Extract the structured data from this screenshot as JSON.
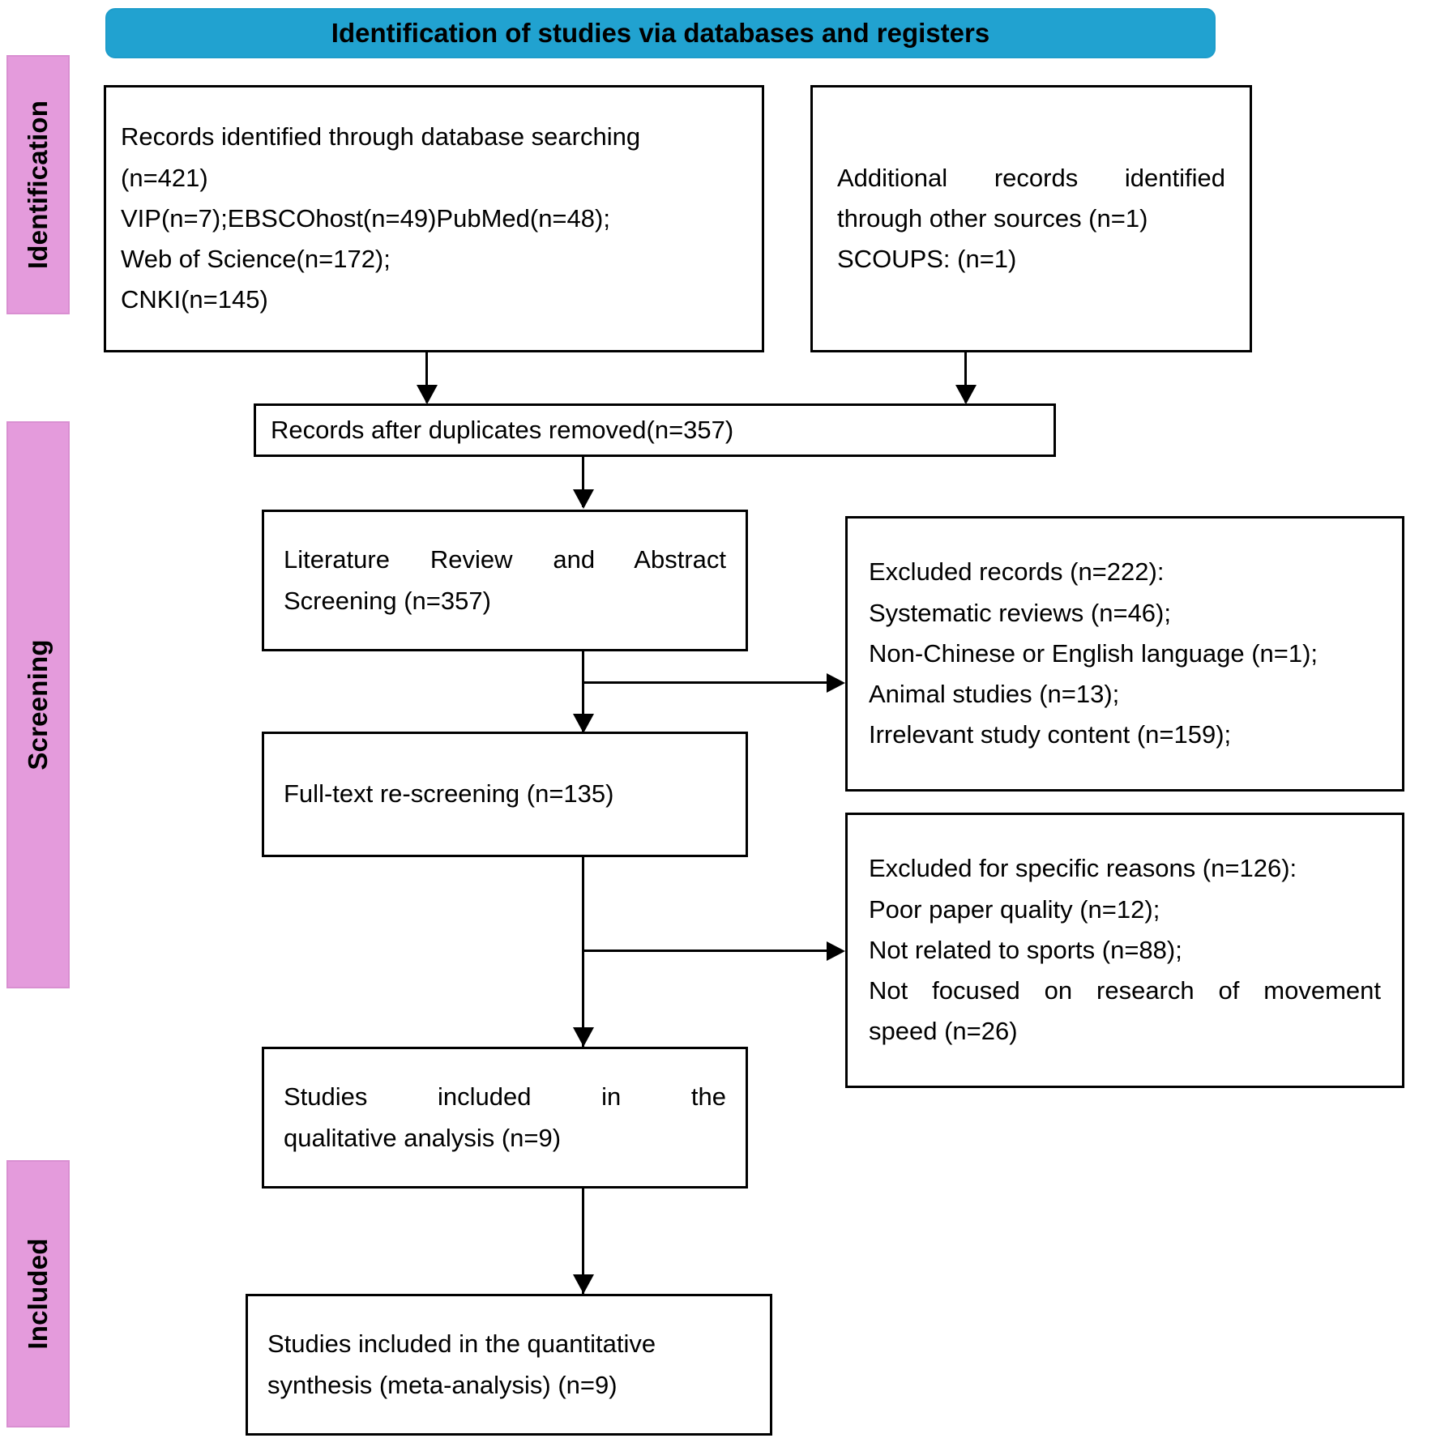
{
  "banner": {
    "title": "Identification of studies via databases and registers"
  },
  "stages": [
    {
      "id": "identification",
      "label": "Identification",
      "color": "#e49bdc"
    },
    {
      "id": "screening",
      "label": "Screening",
      "color": "#e49bdc"
    },
    {
      "id": "included",
      "label": "Included",
      "color": "#e49bdc"
    }
  ],
  "boxes": {
    "db_search": {
      "lines": [
        "Records identified through database searching",
        "(n=421)",
        "VIP(n=7);EBSCOhost(n=49)PubMed(n=48);",
        "Web of Science(n=172);",
        "CNKI(n=145)"
      ]
    },
    "other_sources": {
      "lines": [
        "Additional records identified",
        "through other sources (n=1)",
        "SCOUPS: (n=1)"
      ]
    },
    "duplicates": {
      "lines": [
        "Records after duplicates removed(n=357)"
      ]
    },
    "abstract_screening": {
      "lines": [
        "Literature Review and Abstract",
        "Screening (n=357)"
      ]
    },
    "fulltext": {
      "lines": [
        "Full-text re-screening (n=135)"
      ]
    },
    "excluded_records": {
      "lines": [
        "Excluded records (n=222):",
        "Systematic reviews (n=46);",
        "Non-Chinese or English language (n=1);",
        "Animal studies (n=13);",
        "Irrelevant study content (n=159);"
      ]
    },
    "excluded_reasons": {
      "lines": [
        "Excluded for specific reasons (n=126):",
        "Poor paper quality (n=12);",
        "Not related to sports (n=88);",
        "Not focused on research of movement",
        "speed (n=26)"
      ]
    },
    "qualitative": {
      "lines": [
        "Studies included in the",
        "qualitative analysis (n=9)"
      ]
    },
    "quantitative": {
      "lines": [
        "Studies included in the quantitative",
        "synthesis (meta-analysis) (n=9)"
      ]
    }
  },
  "colors": {
    "banner_fill": "#21a2d0",
    "stage_fill": "#e49bdc",
    "box_border": "#000000",
    "connector": "#000000"
  }
}
